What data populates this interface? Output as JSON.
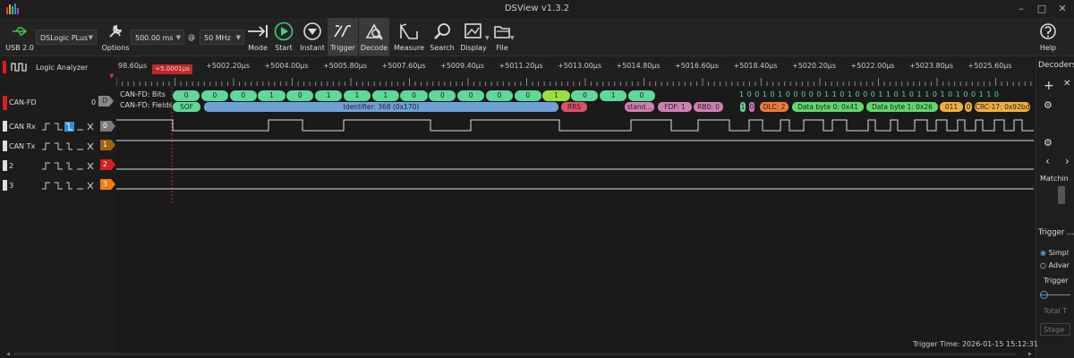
{
  "window": {
    "title": "DSView v1.3.2",
    "minimize": "–",
    "maximize": "□",
    "close": "✕"
  },
  "toolbar": {
    "usb_label": "USB 2.0",
    "device": "DSLogic PLus",
    "options_label": "Options",
    "duration": "500.00 ms",
    "at_symbol": "@",
    "samplerate": "50 MHz",
    "mode_label": "Mode",
    "start_label": "Start",
    "instant_label": "Instant",
    "trigger_label": "Trigger",
    "decode_label": "Decode",
    "measure_label": "Measure",
    "search_label": "Search",
    "display_label": "Display",
    "file_label": "File",
    "help_label": "Help"
  },
  "ruler": {
    "start": "98.60μs",
    "cursor_label": "+5.0001μs",
    "ticks": [
      "+5002.20μs",
      "+5004.00μs",
      "+5005.80μs",
      "+5007.60μs",
      "+5009.40μs",
      "+5011.20μs",
      "+5013.00μs",
      "+5014.80μs",
      "+5016.60μs",
      "+5018.40μs",
      "+5020.20μs",
      "+5022.00μs",
      "+5023.80μs",
      "+5025.60μs"
    ]
  },
  "channels": {
    "logic_header": "Logic Analyzer",
    "decoder_name": "CAN-FD",
    "decoder_tag": "D",
    "decoder_index": "0",
    "bits_row": "CAN-FD: Bits",
    "fields_row": "CAN-FD: Fields",
    "rows": [
      {
        "name": "CAN Rx",
        "index": "0",
        "color": "#7a7a7a"
      },
      {
        "name": "CAN Tx",
        "index": "1",
        "color": "#a0620f"
      },
      {
        "name": "2",
        "index": "2",
        "color": "#d81e1e"
      },
      {
        "name": "3",
        "index": "3",
        "color": "#f07d0c"
      }
    ]
  },
  "bits": [
    {
      "v": "0",
      "c": "#5fd89a"
    },
    {
      "v": "0",
      "c": "#5fd89a"
    },
    {
      "v": "0",
      "c": "#5fd89a"
    },
    {
      "v": "1",
      "c": "#5fd89a"
    },
    {
      "v": "0",
      "c": "#5fd89a"
    },
    {
      "v": "1",
      "c": "#5fd89a"
    },
    {
      "v": "1",
      "c": "#5fd89a"
    },
    {
      "v": "1",
      "c": "#5fd89a"
    },
    {
      "v": "0",
      "c": "#5fd89a"
    },
    {
      "v": "0",
      "c": "#5fd89a"
    },
    {
      "v": "0",
      "c": "#5fd89a"
    },
    {
      "v": "0",
      "c": "#5fd89a"
    },
    {
      "v": "0",
      "c": "#5fd89a"
    },
    {
      "v": "1",
      "c": "#9be03a"
    },
    {
      "v": "0",
      "c": "#5fd89a"
    },
    {
      "v": "1",
      "c": "#5fd89a"
    },
    {
      "v": "0",
      "c": "#5fd89a"
    }
  ],
  "dense_bits": "1 0 0 1 0 1 0 0 0 0 0 1 1 0 1 0 0 0 1 1 0 1 0 1 1 0 1 0 1 0 0 1 1 0",
  "fields": [
    {
      "t": "SOF",
      "c": "#5fd89a"
    },
    {
      "t": "Identifier: 368 (0x170)",
      "c": "#6fa0d8"
    },
    {
      "t": "RRS",
      "c": "#e0506a"
    },
    {
      "t": "stand...",
      "c": "#d27fb6"
    },
    {
      "t": "FDF: 1",
      "c": "#d27fb6"
    },
    {
      "t": "RB0: 0",
      "c": "#d27fb6"
    },
    {
      "t": "1",
      "c": "#5fd89a"
    },
    {
      "t": "0",
      "c": "#d27fb6"
    },
    {
      "t": "DLC: 2",
      "c": "#f07a3a"
    },
    {
      "t": "Data byte 0: 0x41",
      "c": "#5fd86a"
    },
    {
      "t": "Data byte 1: 0x26",
      "c": "#5fd86a"
    },
    {
      "t": "011",
      "c": "#f0b040"
    },
    {
      "t": "0",
      "c": "#f0b040"
    },
    {
      "t": "CRC-17: 0x92bd",
      "c": "#f0b040"
    }
  ],
  "right_panel": {
    "decoders_title": "Decoders",
    "matching_label": "Matchin",
    "trigger_title": "Trigger ...",
    "simple_label": "Simpl",
    "advanced_label": "Advar",
    "trigger_label": "Trigger",
    "total_label": "Total T",
    "stage_label": "Stage"
  },
  "status": {
    "trigger_time": "Trigger Time: 2026-01-15 15:12:31"
  }
}
